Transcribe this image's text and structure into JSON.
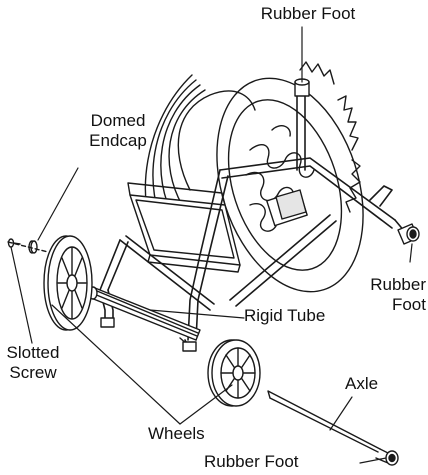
{
  "labels": {
    "rubber_foot_top": "Rubber Foot",
    "domed_endcap_line1": "Domed",
    "domed_endcap_line2": "Endcap",
    "rubber_foot_right_line1": "Rubber",
    "rubber_foot_right_line2": "Foot",
    "rigid_tube": "Rigid Tube",
    "slotted_screw_line1": "Slotted",
    "slotted_screw_line2": "Screw",
    "axle": "Axle",
    "wheels": "Wheels",
    "rubber_foot_bottom": "Rubber Foot"
  },
  "colors": {
    "line": "#1a1a1a",
    "fill": "#ffffff",
    "shade": "#d9d9d9"
  }
}
